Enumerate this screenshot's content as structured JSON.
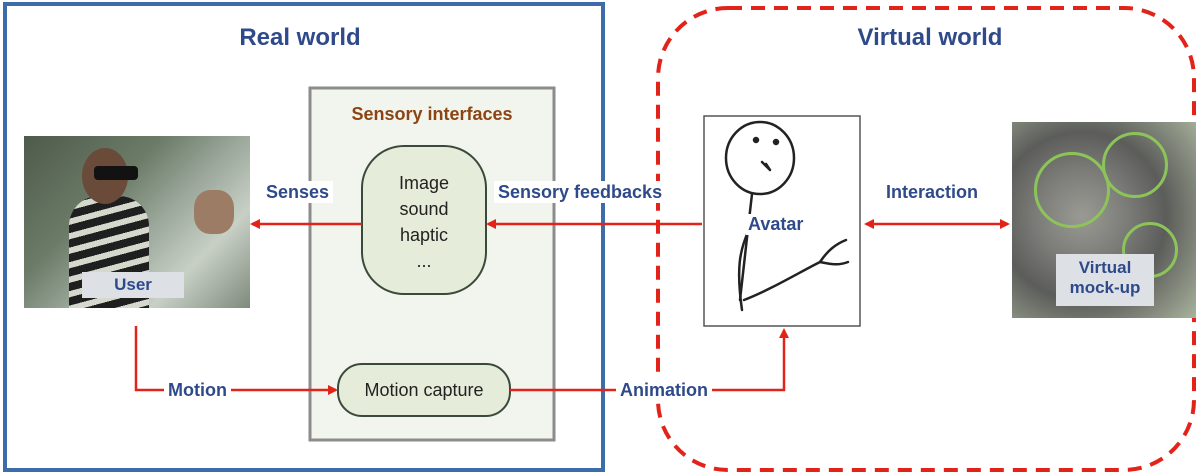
{
  "colors": {
    "real_world_border": "#3c6da8",
    "virtual_world_border": "#e2231a",
    "arrow": "#e2231a",
    "title_text": "#2f4a8a",
    "sensory_title": "#8b4513",
    "rounded_box_fill": "#e5ecd9"
  },
  "real_world": {
    "title": "Real world"
  },
  "virtual_world": {
    "title": "Virtual world"
  },
  "sensory_interfaces": {
    "title": "Sensory interfaces",
    "feedback_box": {
      "lines": [
        "Image",
        "sound",
        "haptic",
        "..."
      ]
    },
    "motion_capture": "Motion capture"
  },
  "user": {
    "label": "User",
    "image": "user-with-headset-photo"
  },
  "avatar": {
    "label": "Avatar",
    "image": "stick-figure-drawing"
  },
  "virtual_mockup": {
    "label_line1": "Virtual",
    "label_line2": "mock-up",
    "image": "engine-mockup-render"
  },
  "arrows": {
    "senses": "Senses",
    "sensory_feedbacks": "Sensory feedbacks",
    "interaction": "Interaction",
    "motion": "Motion",
    "animation": "Animation"
  }
}
